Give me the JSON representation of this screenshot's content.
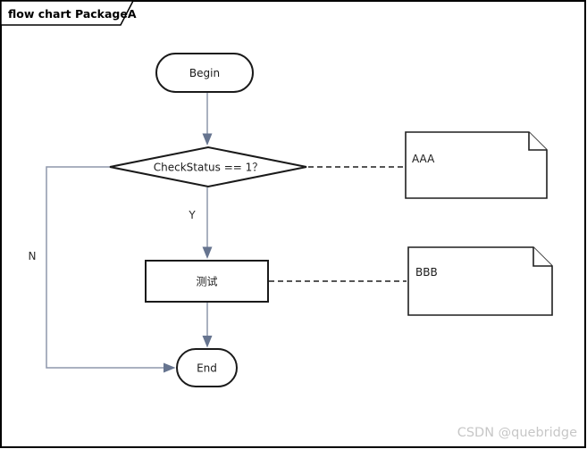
{
  "frame": {
    "title": "flow chart PackageA"
  },
  "nodes": {
    "begin": {
      "label": "Begin",
      "type": "terminator"
    },
    "decision": {
      "label": "CheckStatus == 1？",
      "type": "decision"
    },
    "process": {
      "label": "测试",
      "type": "process"
    },
    "end": {
      "label": "End",
      "type": "terminator"
    }
  },
  "notes": {
    "aaa": {
      "label": "AAA"
    },
    "bbb": {
      "label": "BBB"
    }
  },
  "edges": {
    "yes_label": "Y",
    "no_label": "N"
  },
  "watermark": "CSDN @quebridge",
  "colors": {
    "background": "#ffffff",
    "shape_border": "#1a1a1a",
    "connector_line": "#8e97ab",
    "arrowhead_fill": "#66748f",
    "note_connector": "#1f1f1f",
    "edge_label_text": "#2b2b2b",
    "watermark_text": "#c7c7c7"
  }
}
